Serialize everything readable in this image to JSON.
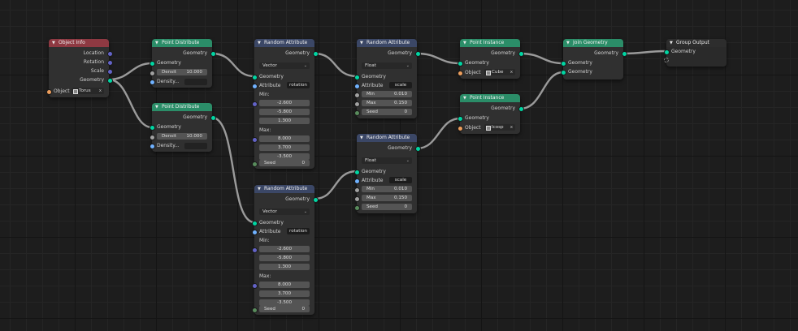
{
  "sockets": {
    "geometry": "Geometry",
    "location": "Location",
    "rotation": "Rotation",
    "scale": "Scale",
    "object": "Object",
    "attribute": "Attribute",
    "min": "Min",
    "max": "Max",
    "seed": "Seed",
    "min_label": "Min:",
    "max_label": "Max:",
    "density": "Density...",
    "density_max": "Densit"
  },
  "colors": {
    "header_input": "#8e3942",
    "header_geometry": "#2b8d68",
    "header_attribute": "#3b4766",
    "socket_geometry": "#00d6a3",
    "socket_vector": "#6363c7",
    "socket_float": "#a1a1a1",
    "socket_int": "#598c5c",
    "socket_string": "#70b2ff",
    "socket_object": "#ed9e5c"
  },
  "icons": {
    "collapse": "chevron-down-icon",
    "object": "cube-icon",
    "clear": "close-icon",
    "dropdown": "chevron-down-icon"
  },
  "nodes": {
    "object_info": {
      "title": "Object Info",
      "object_value": "Torus",
      "clear": "x"
    },
    "pd1": {
      "title": "Point Distribute",
      "density_value": "10.000"
    },
    "pd2": {
      "title": "Point Distribute",
      "density_value": "10.000"
    },
    "ra1": {
      "title": "Random Attribute",
      "type": "Vector",
      "attribute_value": "rotation",
      "min": [
        "-2.600",
        "-5.800",
        "1.300"
      ],
      "max": [
        "8.000",
        "3.700",
        "-3.500"
      ],
      "seed": "0"
    },
    "ra2": {
      "title": "Random Attribute",
      "type": "Vector",
      "attribute_value": "rotation",
      "min": [
        "-2.600",
        "-5.800",
        "1.300"
      ],
      "max": [
        "8.000",
        "3.700",
        "-3.500"
      ],
      "seed": "0"
    },
    "ra3": {
      "title": "Random Attribute",
      "type": "Float",
      "attribute_value": "scale",
      "min": "0.010",
      "max": "0.150",
      "seed": "0"
    },
    "ra4": {
      "title": "Random Attribute",
      "type": "Float",
      "attribute_value": "scale",
      "min": "0.010",
      "max": "0.150",
      "seed": "0"
    },
    "pi1": {
      "title": "Point Instance",
      "object_value": "Cube",
      "clear": "x"
    },
    "pi2": {
      "title": "Point Instance",
      "object_value": "Icosp",
      "clear": "x"
    },
    "join": {
      "title": "Join Geometry"
    },
    "out": {
      "title": "Group Output"
    }
  }
}
